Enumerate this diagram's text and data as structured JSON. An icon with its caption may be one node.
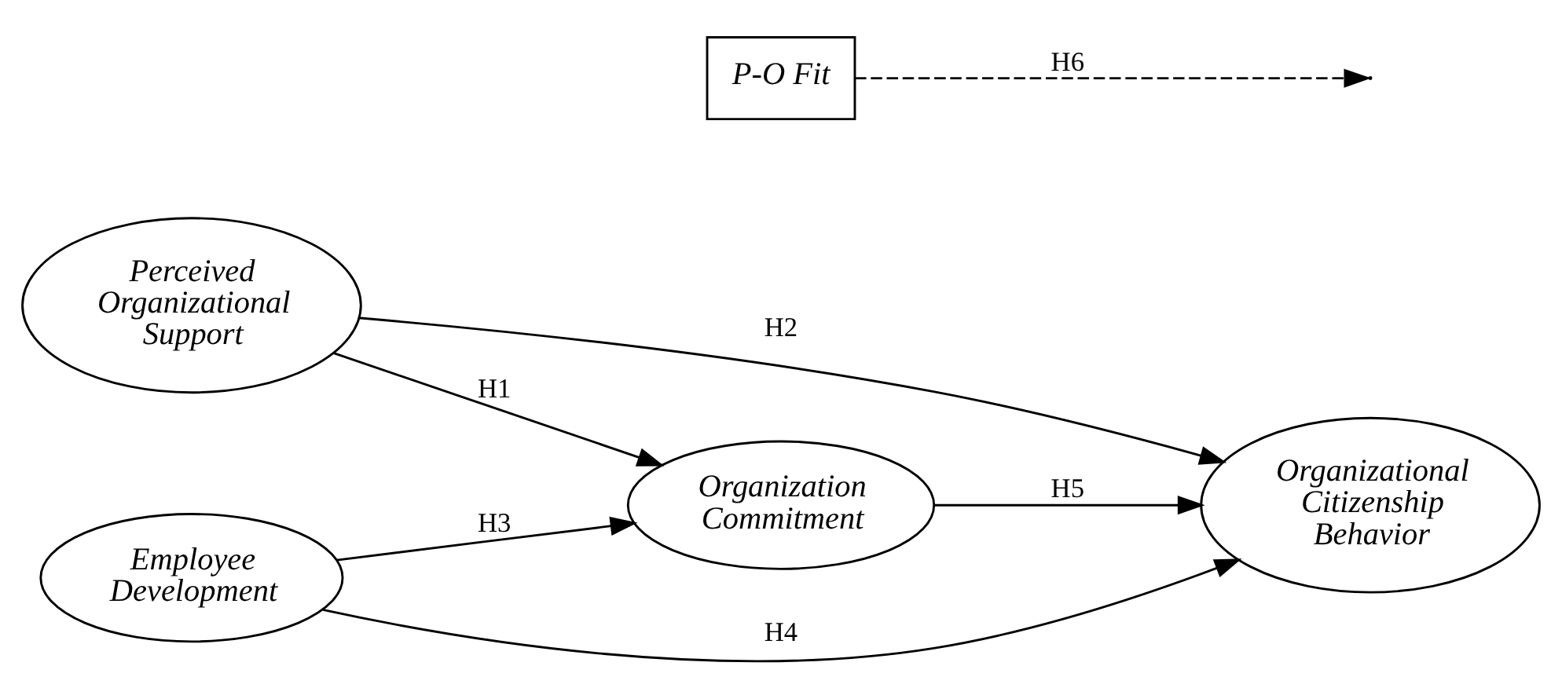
{
  "diagram": {
    "nodes": [
      {
        "text": [
          "Perceived Organizational Support"
        ]
      },
      {
        "text": [
          "Employee Development"
        ]
      },
      {
        "text": [
          "Organization Commitment"
        ]
      },
      {
        "text": [
          "Organizational Citizenship Behavior"
        ]
      },
      {
        "text": [
          "P-O Fit"
        ]
      }
    ],
    "edges": [
      {
        "from": 0,
        "to": 3,
        "arrow": "to",
        "label": "H2"
      },
      {
        "from": 0,
        "to": 2,
        "arrow": "to",
        "label": "H1"
      },
      {
        "from": 1,
        "to": 2,
        "arrow": "to",
        "label": "H3"
      },
      {
        "from": 2,
        "to": 3,
        "arrow": "to",
        "label": "H5"
      },
      {
        "from": 1,
        "to": 3,
        "arrow": "to",
        "label": "H4"
      },
      {
        "from": 4,
        "to": null,
        "arrow": "to",
        "label": "H6",
        "style": "dashed"
      }
    ]
  }
}
